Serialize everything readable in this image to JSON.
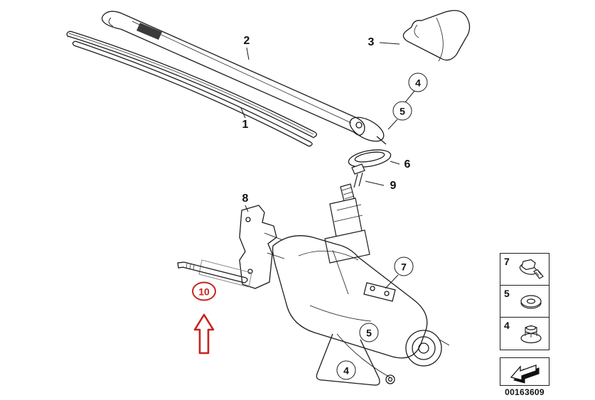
{
  "diagram": {
    "callouts": {
      "blade": "1",
      "arm": "2",
      "cover": "3",
      "nut_top": "4",
      "washer_top": "5",
      "cap": "6",
      "motor": "7",
      "bracket": "8",
      "pin": "9",
      "washer_motor": "5",
      "nut_motor": "4",
      "highlight": "10"
    },
    "legend": {
      "rows": [
        {
          "label": "7",
          "icon": "screw-icon"
        },
        {
          "label": "5",
          "icon": "washer-icon"
        },
        {
          "label": "4",
          "icon": "flange-nut-icon"
        }
      ],
      "direction_icon": "direction-arrow-icon"
    },
    "part_number": "00163609",
    "colors": {
      "line": "#1c1c1c",
      "highlight": "#c8231d"
    }
  }
}
